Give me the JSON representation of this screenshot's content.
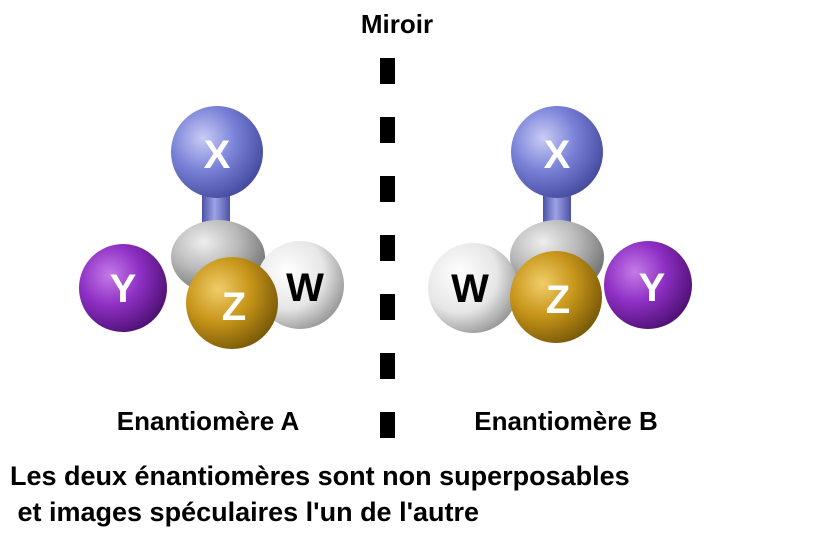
{
  "mirror": {
    "label": "Miroir"
  },
  "colors": {
    "x_atom": "#7a82d8",
    "y_atom": "#8e2fc4",
    "z_atom": "#c8961a",
    "w_atom": "#e6e6e6",
    "carbon": "#b8b8b8",
    "bond": "#8a8fd0",
    "mirror_line": "#000000"
  },
  "enantiomer_a": {
    "label": "Enantiomère A",
    "atoms": {
      "x": "X",
      "y": "Y",
      "z": "Z",
      "w": "W"
    }
  },
  "enantiomer_b": {
    "label": "Enantiomère B",
    "atoms": {
      "x": "X",
      "y": "Y",
      "z": "Z",
      "w": "W"
    }
  },
  "caption": {
    "line1": "Les deux énantiomères sont non superposables",
    "line2": " et images spéculaires l'un de l'autre"
  }
}
